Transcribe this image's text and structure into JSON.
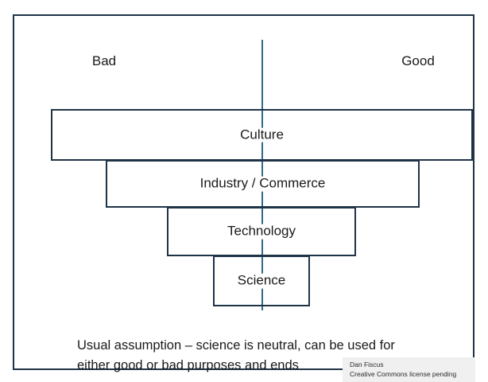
{
  "diagram": {
    "title_present": false,
    "axis": {
      "left_label": "Bad",
      "right_label": "Good",
      "divider_color": "#2e6a8a"
    },
    "levels": [
      {
        "id": "culture",
        "label": "Culture"
      },
      {
        "id": "industry",
        "label": "Industry / Commerce"
      },
      {
        "id": "technology",
        "label": "Technology"
      },
      {
        "id": "science",
        "label": "Science"
      }
    ],
    "caption": {
      "line1": "Usual assumption – science is neutral, can be used for",
      "line2": "either good or bad purposes and ends"
    },
    "credit": {
      "author": "Dan Fiscus",
      "license": "Creative Commons license pending"
    },
    "colors": {
      "box_border": "#1f3347",
      "frame_border": "#1f3347",
      "divider": "#2e6a8a",
      "credit_background": "#f0f0f0",
      "text": "#1a1a1a",
      "page_background": "#ffffff"
    }
  }
}
